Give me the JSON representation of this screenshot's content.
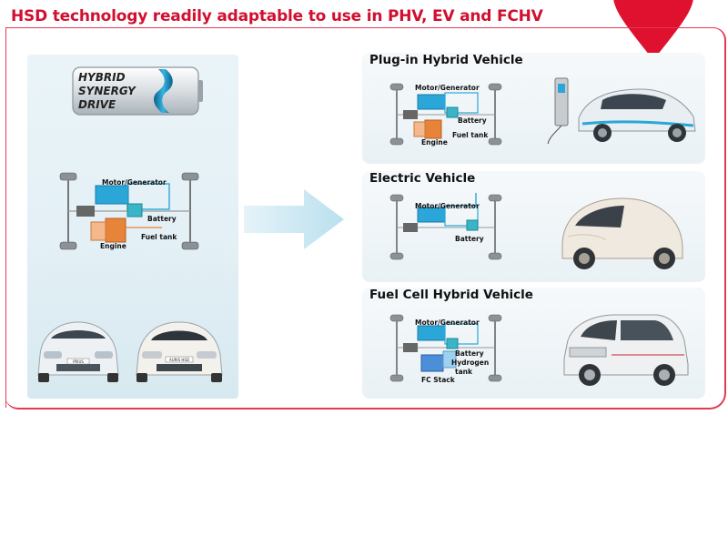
{
  "title": "HSD technology readily adaptable to use in PHV, EV and FCHV",
  "logo": {
    "line1": "HYBRID",
    "line2": "SYNERGY",
    "line3": "DRIVE"
  },
  "hsd_diagram": {
    "motor": "Motor/Generator",
    "battery": "Battery",
    "fuel_tank": "Fuel tank",
    "engine": "Engine"
  },
  "car_badges": {
    "prius": "PRIUS",
    "auris": "AURIS HSD"
  },
  "panels": [
    {
      "title": "Plug-in Hybrid Vehicle",
      "labels": [
        "Motor/Generator",
        "Battery",
        "Fuel tank",
        "Engine"
      ]
    },
    {
      "title": "Electric Vehicle",
      "labels": [
        "Motor/Generator",
        "Battery"
      ]
    },
    {
      "title": "Fuel Cell Hybrid Vehicle",
      "labels": [
        "Motor/Generator",
        "Battery",
        "Hydrogen",
        "tank",
        "FC Stack"
      ]
    }
  ],
  "colors": {
    "accent": "#d10f2f",
    "frame": "#e03a55",
    "motor_blue": "#2aa7d8",
    "engine_orange": "#e8833a"
  }
}
